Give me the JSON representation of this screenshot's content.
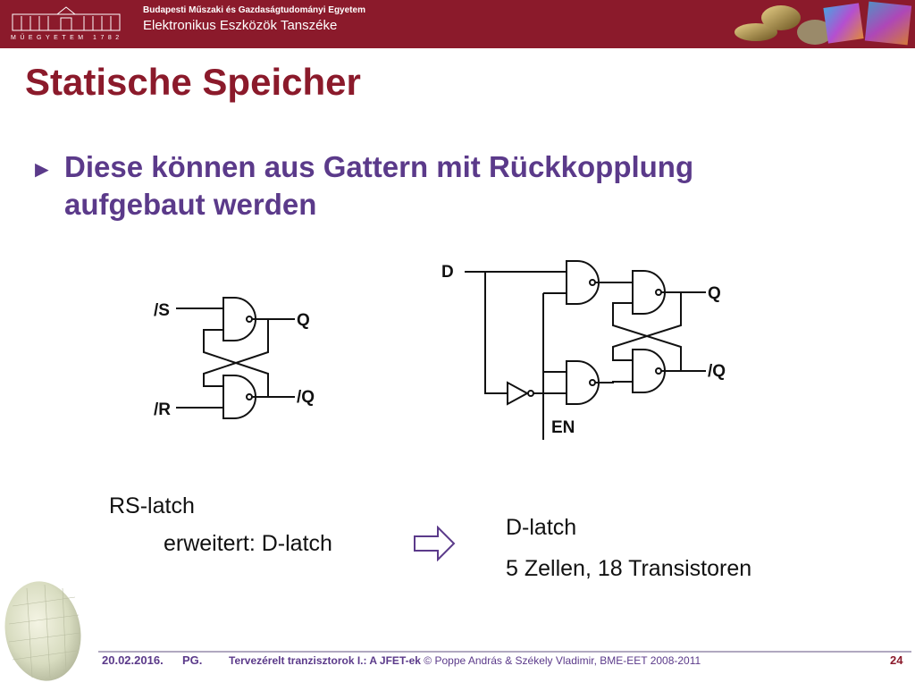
{
  "header": {
    "logo_text": "MŰEGYETEM 1782",
    "university": "Budapesti Műszaki és Gazdaságtudományi Egyetem",
    "department": "Elektronikus Eszközök Tanszéke"
  },
  "slide": {
    "title": "Statische Speicher",
    "bullet_marker": "►",
    "bullet_text": "Diese können aus Gattern mit Rückkopplung aufgebaut werden"
  },
  "rs_latch": {
    "input_s": "/S",
    "input_r": "/R",
    "output_q": "Q",
    "output_nq": "/Q"
  },
  "d_latch": {
    "input_d": "D",
    "input_en": "EN",
    "output_q": "Q",
    "output_nq": "/Q"
  },
  "captions": {
    "rs_latch": "RS-latch",
    "extended": "erweitert: D-latch",
    "d_latch": "D-latch",
    "cells": "5 Zellen, 18 Transistoren"
  },
  "footer": {
    "date": "20.02.2016.",
    "author": "PG.",
    "course": "Tervezérelt tranzisztorok I.: A JFET-ek",
    "copyright": "© Poppe András & Székely Vladimir, BME-EET 2008-2011",
    "page": "24"
  },
  "colors": {
    "brand": "#8b1a2b",
    "accent": "#5b3a8a"
  },
  "icons": {
    "arrow": "outline-right-arrow-icon",
    "bullet": "triangle-bullet-icon"
  }
}
